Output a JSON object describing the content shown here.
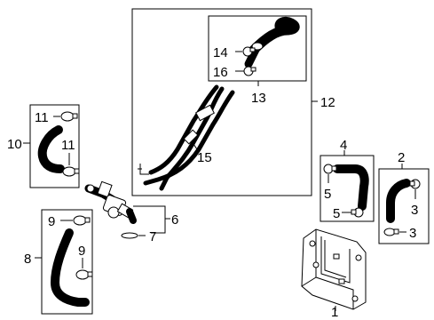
{
  "callouts": {
    "c1": "1",
    "c2": "2",
    "c3a": "3",
    "c3b": "3",
    "c4": "4",
    "c5a": "5",
    "c5b": "5",
    "c6": "6",
    "c7": "7",
    "c8": "8",
    "c9a": "9",
    "c9b": "9",
    "c10": "10",
    "c11a": "11",
    "c11b": "11",
    "c12": "12",
    "c13": "13",
    "c14": "14",
    "c15": "15",
    "c16": "16"
  }
}
